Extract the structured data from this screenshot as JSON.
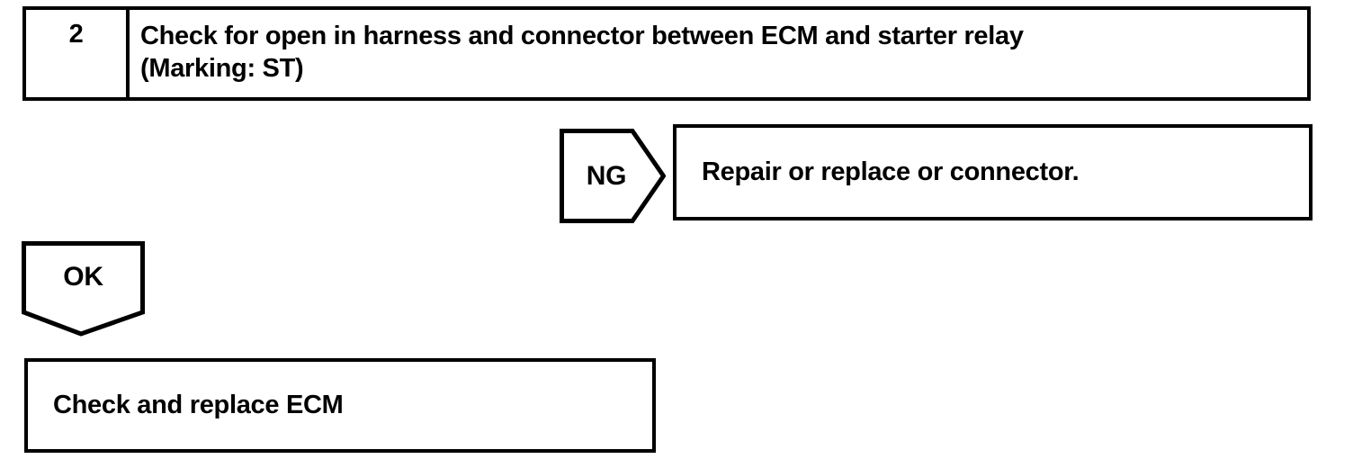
{
  "flowchart": {
    "step": {
      "number": "2",
      "instruction": "Check for open in harness and connector between ECM and starter relay\n(Marking: ST)"
    },
    "ng_branch": {
      "label": "NG",
      "action": "Repair or replace or connector."
    },
    "ok_branch": {
      "label": "OK",
      "action": "Check and replace ECM"
    },
    "colors": {
      "line": "#000000",
      "background": "#ffffff",
      "text": "#000000"
    }
  }
}
